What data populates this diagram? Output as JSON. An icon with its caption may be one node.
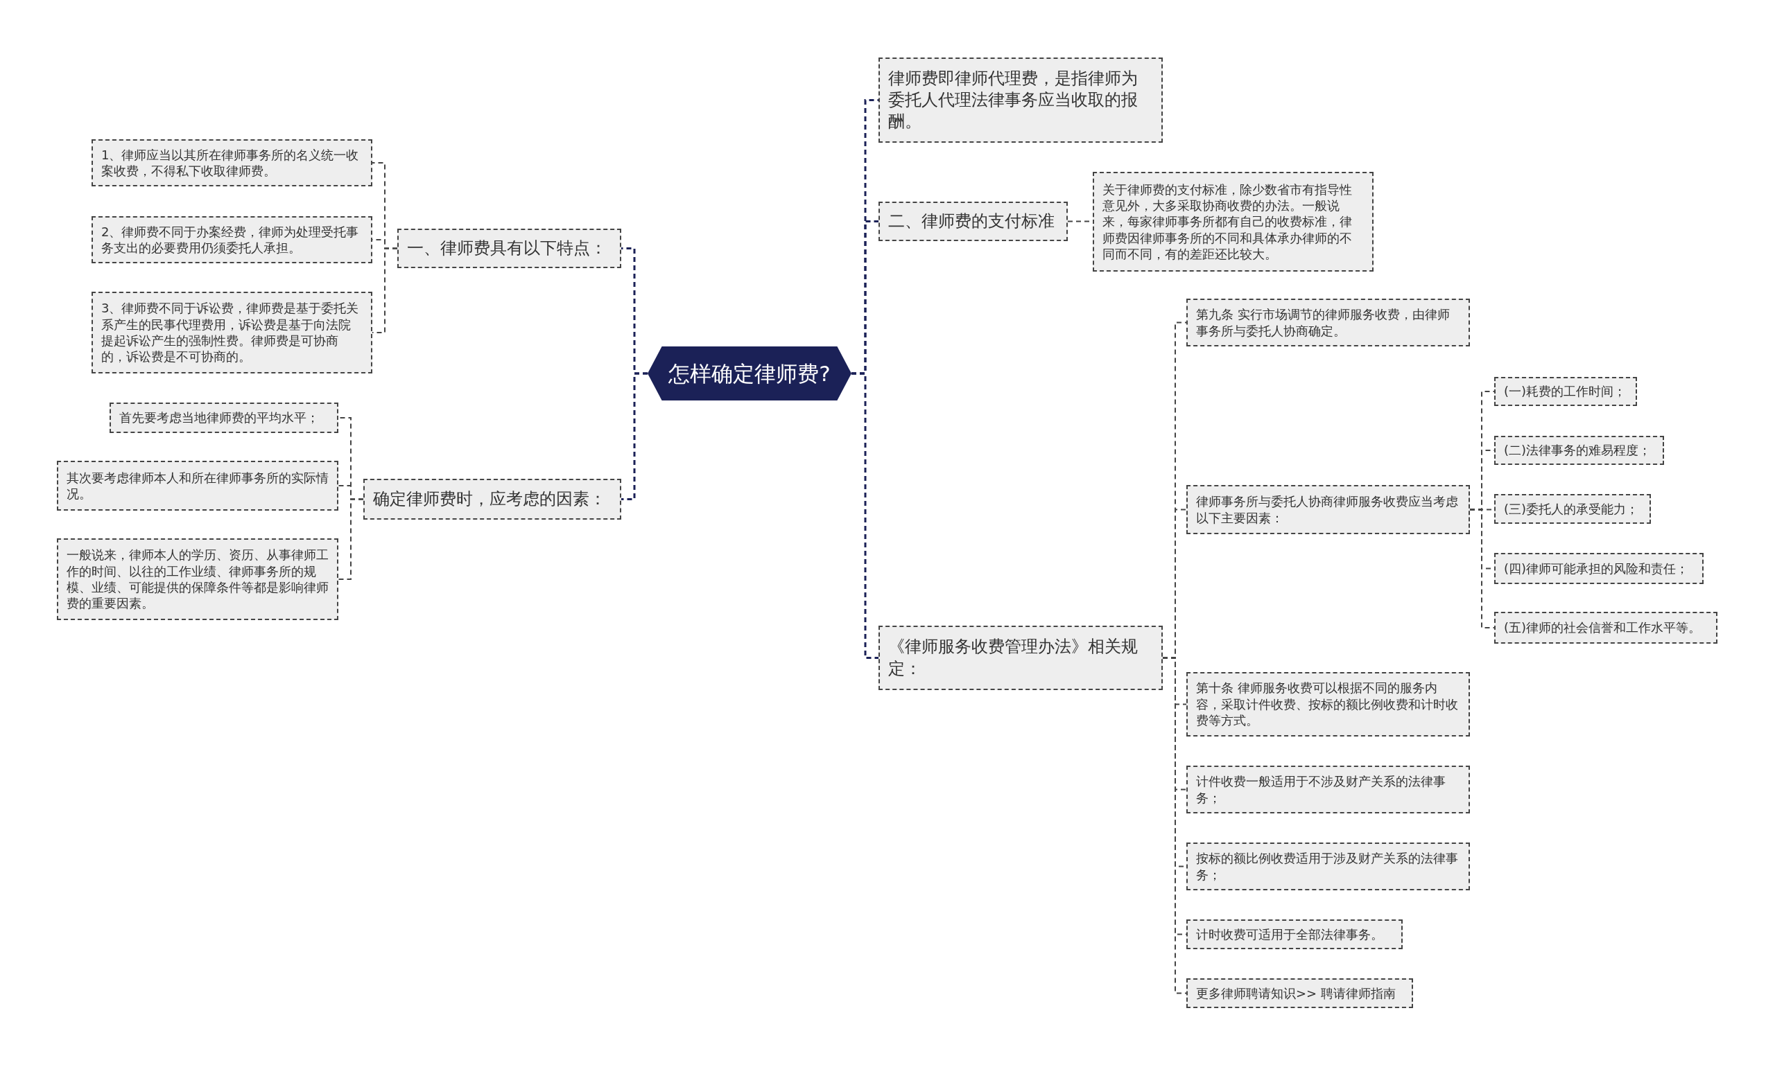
{
  "diagram": {
    "nodes": [
      {
        "text": [
          "怎样确定律师费?"
        ]
      },
      {
        "text": [
          "一、律师费具有以下特点："
        ]
      },
      {
        "text": [
          "1、律师应当以其所在律师事务所的名义统一收案收费，不得私下收取律师费。"
        ]
      },
      {
        "text": [
          "2、律师费不同于办案经费，律师为处理受托事务支出的必要费用仍须委托人承担。"
        ]
      },
      {
        "text": [
          "3、律师费不同于诉讼费，律师费是基于委托关系产生的民事代理费用，诉讼费是基于向法院提起诉讼产生的强制性费。律师费是可协商的，诉讼费是不可协商的。"
        ]
      },
      {
        "text": [
          "确定律师费时，应考虑的因素："
        ]
      },
      {
        "text": [
          "首先要考虑当地律师费的平均水平；"
        ]
      },
      {
        "text": [
          "其次要考虑律师本人和所在律师事务所的实际情况。"
        ]
      },
      {
        "text": [
          "一般说来，律师本人的学历、资历、从事律师工作的时间、以往的工作业绩、律师事务所的规模、业绩、可能提供的保障条件等都是影响律师费的重要因素。"
        ]
      },
      {
        "text": [
          "律师费即律师代理费，是指律师为委托人代理法律事务应当收取的报酬。"
        ]
      },
      {
        "text": [
          "二、律师费的支付标准"
        ]
      },
      {
        "text": [
          "关于律师费的支付标准，除少数省市有指导性意见外，大多采取协商收费的办法。一般说来，每家律师事务所都有自己的收费标准，律师费因律师事务所的不同和具体承办律师的不同而不同，有的差距还比较大。"
        ]
      },
      {
        "text": [
          "《律师服务收费管理办法》相关规定："
        ]
      },
      {
        "text": [
          "第九条 实行市场调节的律师服务收费，由律师事务所与委托人协商确定。"
        ]
      },
      {
        "text": [
          "律师事务所与委托人协商律师服务收费应当考虑以下主要因素："
        ]
      },
      {
        "text": [
          "(一)耗费的工作时间；"
        ]
      },
      {
        "text": [
          "(二)法律事务的难易程度；"
        ]
      },
      {
        "text": [
          "(三)委托人的承受能力；"
        ]
      },
      {
        "text": [
          "(四)律师可能承担的风险和责任；"
        ]
      },
      {
        "text": [
          "(五)律师的社会信誉和工作水平等。"
        ]
      },
      {
        "text": [
          "第十条 律师服务收费可以根据不同的服务内容，采取计件收费、按标的额比例收费和计时收费等方式。"
        ]
      },
      {
        "text": [
          "计件收费一般适用于不涉及财产关系的法律事务；"
        ]
      },
      {
        "text": [
          "按标的额比例收费适用于涉及财产关系的法律事务；"
        ]
      },
      {
        "text": [
          "计时收费可适用于全部法律事务。"
        ]
      },
      {
        "text": [
          "更多律师聘请知识>> 聘请律师指南"
        ]
      }
    ],
    "edges": [
      {
        "from": 0,
        "to": 1,
        "arrow": "none",
        "color": "#1b2157"
      },
      {
        "from": 0,
        "to": 5,
        "arrow": "none",
        "color": "#1b2157"
      },
      {
        "from": 1,
        "to": 2,
        "arrow": "none"
      },
      {
        "from": 1,
        "to": 3,
        "arrow": "none"
      },
      {
        "from": 1,
        "to": 4,
        "arrow": "none"
      },
      {
        "from": 5,
        "to": 6,
        "arrow": "none"
      },
      {
        "from": 5,
        "to": 7,
        "arrow": "none"
      },
      {
        "from": 5,
        "to": 8,
        "arrow": "none"
      },
      {
        "from": 0,
        "to": 9,
        "arrow": "none",
        "color": "#1b2157"
      },
      {
        "from": 0,
        "to": 10,
        "arrow": "none",
        "color": "#1b2157"
      },
      {
        "from": 0,
        "to": 12,
        "arrow": "none",
        "color": "#1b2157"
      },
      {
        "from": 10,
        "to": 11,
        "arrow": "none"
      },
      {
        "from": 12,
        "to": 13,
        "arrow": "none"
      },
      {
        "from": 12,
        "to": 14,
        "arrow": "none"
      },
      {
        "from": 14,
        "to": 15,
        "arrow": "none"
      },
      {
        "from": 14,
        "to": 16,
        "arrow": "none"
      },
      {
        "from": 14,
        "to": 17,
        "arrow": "none"
      },
      {
        "from": 14,
        "to": 18,
        "arrow": "none"
      },
      {
        "from": 14,
        "to": 19,
        "arrow": "none"
      },
      {
        "from": 12,
        "to": 20,
        "arrow": "none"
      },
      {
        "from": 12,
        "to": 21,
        "arrow": "none"
      },
      {
        "from": 12,
        "to": 22,
        "arrow": "none"
      },
      {
        "from": 12,
        "to": 23,
        "arrow": "none"
      },
      {
        "from": 12,
        "to": 24,
        "arrow": "none"
      }
    ]
  }
}
